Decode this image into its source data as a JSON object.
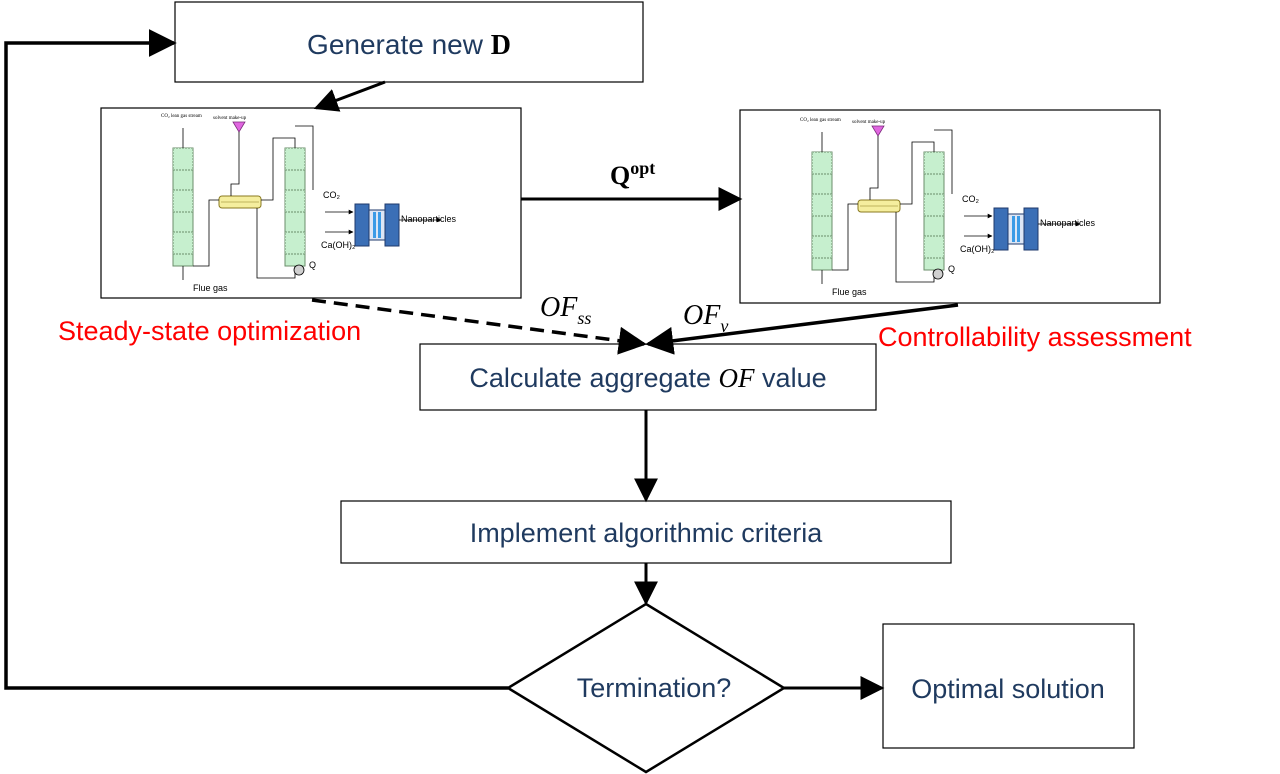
{
  "nodes": {
    "generate": {
      "prefix": "Generate new ",
      "bold": "D"
    },
    "calculate": {
      "prefix": "Calculate aggregate ",
      "italic": "OF",
      "suffix": " value"
    },
    "implement": {
      "label": "Implement algorithmic criteria"
    },
    "termination": {
      "label": "Termination?"
    },
    "optimal": {
      "label": "Optimal solution"
    }
  },
  "labels": {
    "steady_state": "Steady-state optimization",
    "controllability": "Controllability assessment",
    "q_main": "Q",
    "q_sup": "opt",
    "of_ss_main": "OF",
    "of_ss_sub": "ss",
    "of_v_main": "OF",
    "of_v_sub": "v"
  },
  "process_diagram": {
    "stream_top": "CO₂ lean gas stream",
    "solvent": "solvent make-up",
    "co2": "CO₂",
    "nanoparticles": "Nanoparticles",
    "caoh2": "Ca(OH)₂",
    "flue_gas": "Flue gas",
    "heat": "Q"
  },
  "colors": {
    "box_text": "#1f3a5f",
    "red_label": "#ff0000",
    "column_fill": "#c6efce",
    "column_stroke": "#6b8e6b",
    "hx_fill": "#f5ee9e",
    "triangle_fill": "#e066e0",
    "crystallizer_fill": "#3b6fb6"
  }
}
